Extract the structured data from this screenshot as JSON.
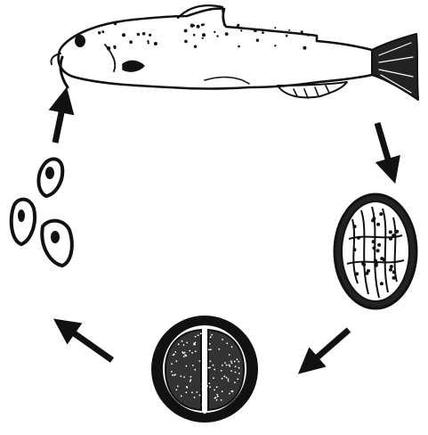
{
  "diagram": {
    "type": "life-cycle",
    "style": "black-and-white line drawing",
    "stages": [
      {
        "name": "catfish-host"
      },
      {
        "name": "mature-cyst"
      },
      {
        "name": "dividing-cyst"
      },
      {
        "name": "free-swimming-cells"
      }
    ],
    "arrow_count": 4,
    "arrow_direction": "clockwise",
    "ink_color": "#111111",
    "background_color": "#ffffff"
  }
}
